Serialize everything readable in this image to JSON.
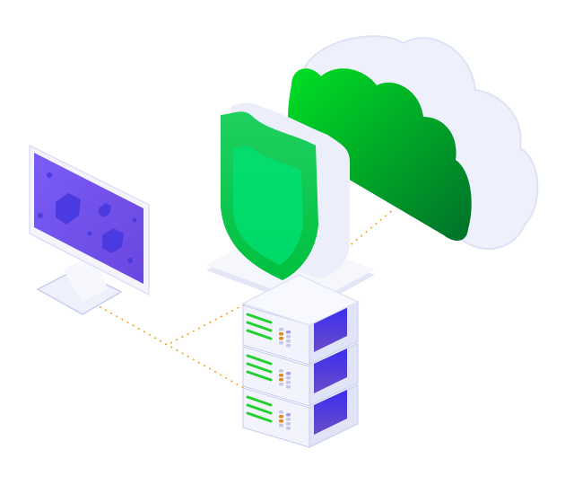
{
  "illustration": {
    "elements": [
      "monitor",
      "shield",
      "cloud",
      "server-stack"
    ],
    "icons": {
      "monitor": "monitor-icon",
      "shield": "shield-icon",
      "cloud": "cloud-icon",
      "server": "server-icon"
    },
    "server_units": 3
  },
  "colors": {
    "green_light": "#00e04a",
    "green_dark": "#007a2a",
    "purple": "#6a4cf0",
    "blue_panel": "#3a2ee8",
    "orange": "#f0a020",
    "white_face": "#f4f5fc",
    "side_face": "#e1e3f6"
  }
}
